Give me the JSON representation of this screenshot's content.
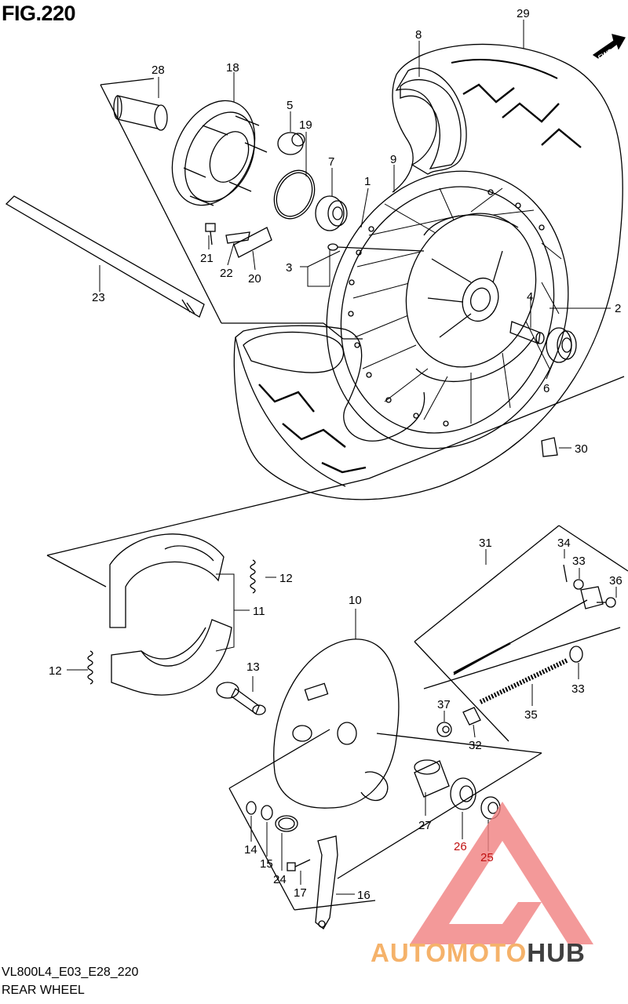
{
  "header": {
    "figure": "FIG.220"
  },
  "footer": {
    "model_code": "VL800L4_E03_E28_220",
    "title": "REAR WHEEL"
  },
  "direction_badge": "FWD",
  "watermark": {
    "part1": "AUTOMOTO",
    "part2": "HUB",
    "logo_color": "#f08080"
  },
  "callouts": [
    "1",
    "2",
    "3",
    "4",
    "5",
    "6",
    "7",
    "8",
    "9",
    "10",
    "11",
    "12",
    "12",
    "13",
    "14",
    "15",
    "16",
    "17",
    "18",
    "19",
    "20",
    "21",
    "22",
    "23",
    "24",
    "25",
    "26",
    "27",
    "28",
    "29",
    "30",
    "31",
    "32",
    "33",
    "33",
    "34",
    "35",
    "36",
    "37"
  ],
  "highlight_color": "#c01010"
}
